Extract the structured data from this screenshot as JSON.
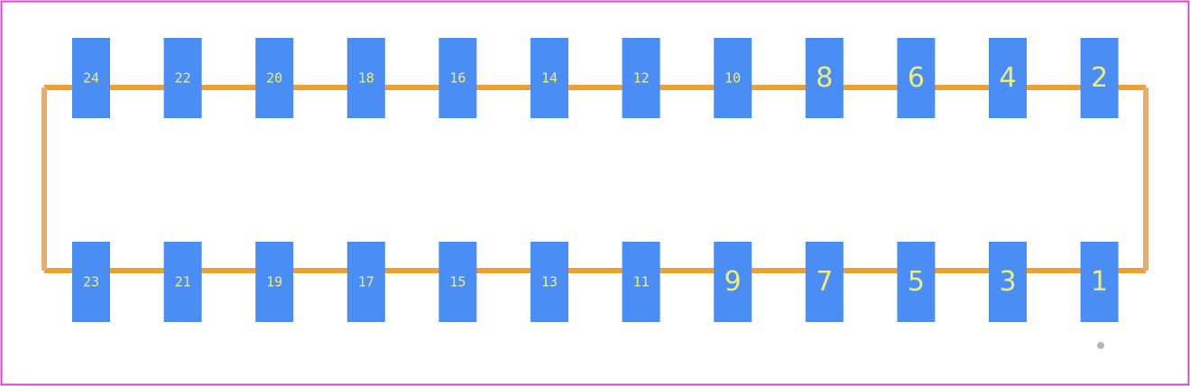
{
  "colors": {
    "frame": "#e43fd8",
    "outline": "#f0a030",
    "outline_end": "#e6ad6f",
    "pad": "#4a8ef5",
    "label": "#f0ec78",
    "marker": "#b8b8b8"
  },
  "top_row": [
    "24",
    "22",
    "20",
    "18",
    "16",
    "14",
    "12",
    "10",
    "8",
    "6",
    "4",
    "2"
  ],
  "bottom_row": [
    "23",
    "21",
    "19",
    "17",
    "15",
    "13",
    "11",
    "9",
    "7",
    "5",
    "3",
    "1"
  ]
}
